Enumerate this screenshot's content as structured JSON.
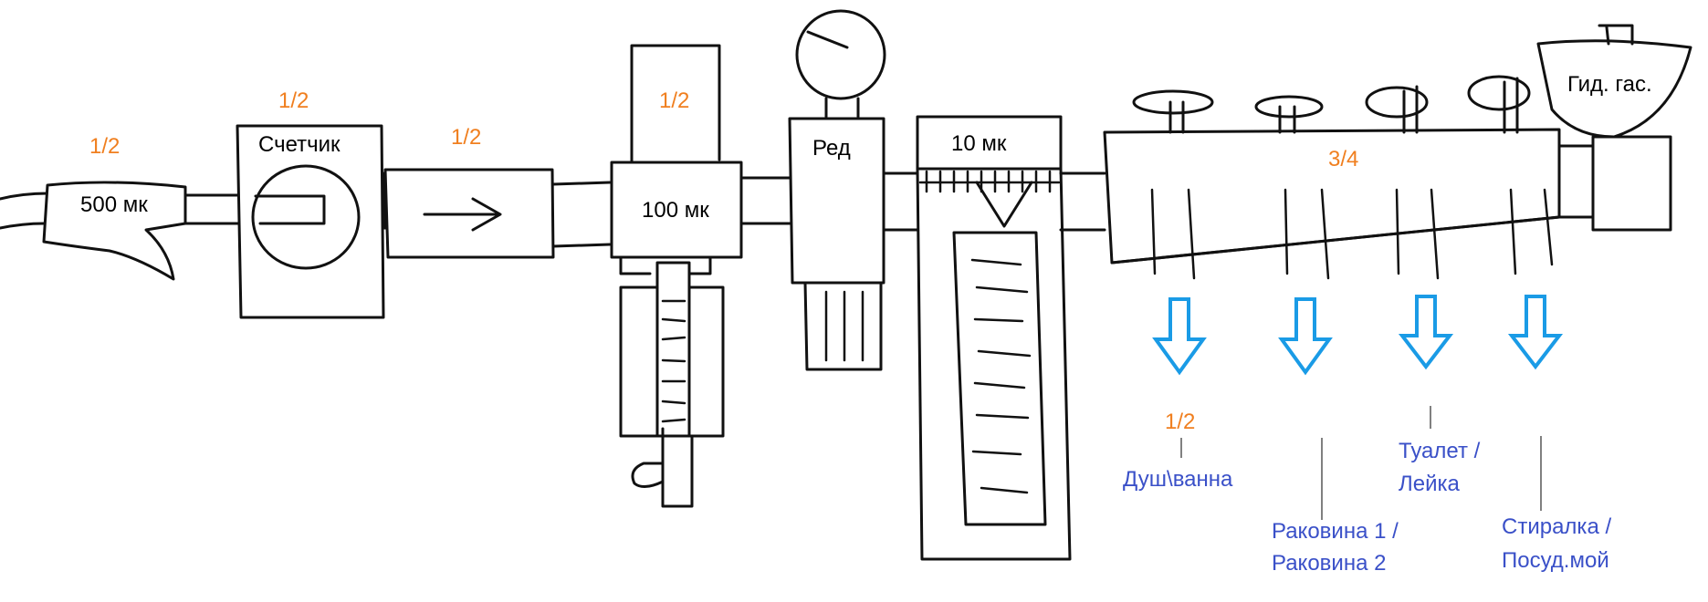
{
  "colors": {
    "line": "#111111",
    "pipe_size": "#f07f1f",
    "outlet_label": "#3a50c8",
    "outlet_arrow": "#1a9be6"
  },
  "labels": {
    "filter_500": "500 мк",
    "meter": "Счетчик",
    "filter_100": "100 мк",
    "reducer": "Ред",
    "filter_10": "10 мк",
    "accumulator": "Гид. гас."
  },
  "pipe_sizes": {
    "inlet": "1/2",
    "meter": "1/2",
    "after_meter": "1/2",
    "filter_100": "1/2",
    "collector": "3/4",
    "shower": "1/2"
  },
  "outlets": {
    "shower": [
      "Душ\\ванна"
    ],
    "sinks": [
      "Раковина 1 /",
      "Раковина 2"
    ],
    "toilet": [
      "Туалет /",
      "Лейка"
    ],
    "washers": [
      "Стиралка  /",
      "Посуд.мой"
    ]
  }
}
